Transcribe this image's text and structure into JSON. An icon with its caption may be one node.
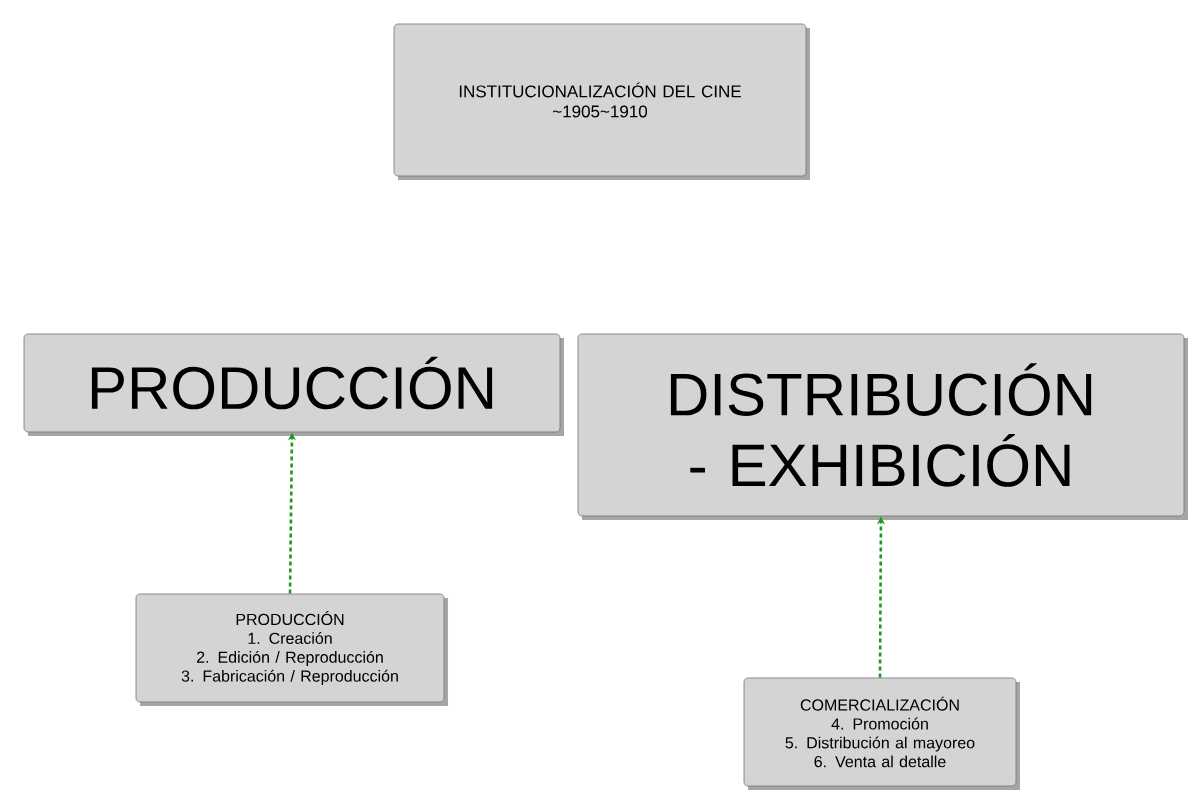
{
  "diagram": {
    "nodes": [
      {
        "text": [
          "INSTITUCIONALIZACIÓN DEL CINE",
          "~1905~1910"
        ]
      },
      {
        "text": [
          "PRODUCCIÓN"
        ]
      },
      {
        "text": [
          "DISTRIBUCIÓN - EXHIBICIÓN"
        ]
      },
      {
        "text": [
          "PRODUCCIÓN",
          "1. Creación",
          "2. Edición / Reproducción",
          "3. Fabricación / Reproducción"
        ]
      },
      {
        "text": [
          "COMERCIALIZACIÓN",
          "4. Promoción",
          "5. Distribución al mayoreo",
          "6. Venta al detalle"
        ]
      }
    ],
    "edges": [
      {
        "from": 3,
        "to": 1,
        "arrow": "to",
        "style": "dashed",
        "color": "#1f9a1f"
      },
      {
        "from": 4,
        "to": 2,
        "arrow": "to",
        "style": "dashed",
        "color": "#1f9a1f"
      }
    ]
  }
}
